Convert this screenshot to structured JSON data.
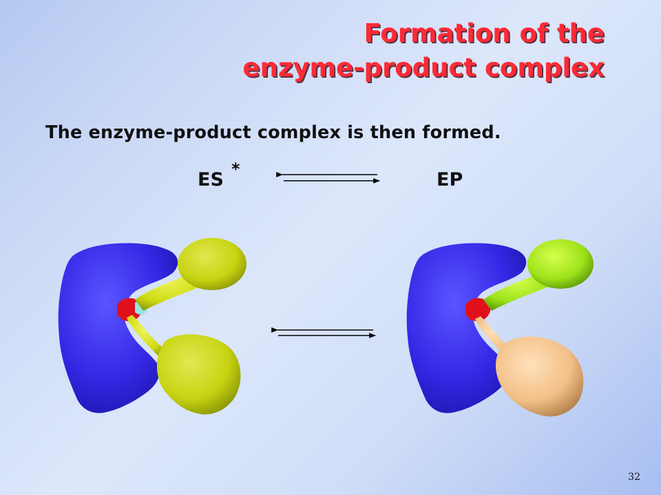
{
  "slide": {
    "title_line1": "Formation of the",
    "title_line2": "enzyme-product complex",
    "subtitle": "The enzyme-product complex is then formed.",
    "equation": {
      "left": "ES",
      "superscript": "*",
      "right": "EP"
    },
    "page_number": "32"
  },
  "colors": {
    "title": "#ff2a35",
    "enzyme": "#3d2ee8",
    "active_site": "#e0101a",
    "substrate": "#cfe10f",
    "product": "#f6c48e"
  },
  "icons": [
    "equilibrium-arrow-icon",
    "enzyme-substrate-model",
    "enzyme-product-model"
  ]
}
